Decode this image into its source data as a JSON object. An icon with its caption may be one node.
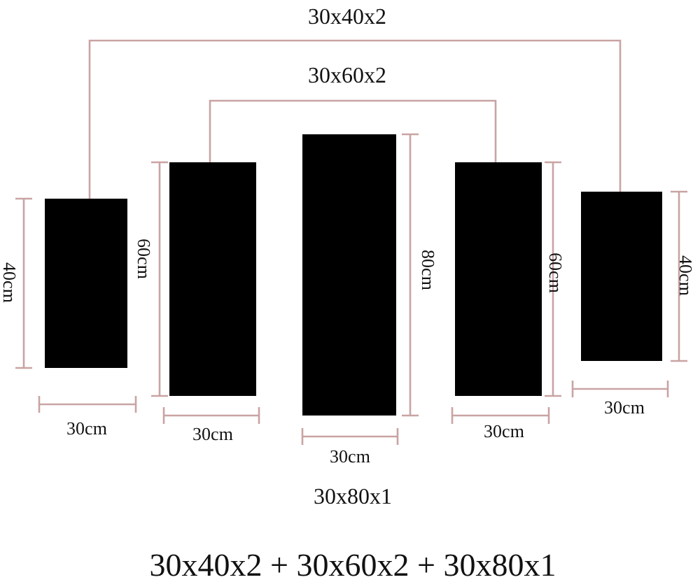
{
  "diagram": {
    "nodes": [
      {
        "text": [],
        "shape": "box"
      },
      {
        "text": [],
        "shape": "box"
      },
      {
        "text": [],
        "shape": "box"
      },
      {
        "text": [],
        "shape": "box"
      },
      {
        "text": [],
        "shape": "box"
      }
    ],
    "edges": [],
    "labels": [
      "30x40x2",
      "30x60x2",
      "40cm",
      "60cm",
      "80cm",
      "60cm",
      "40cm",
      "30cm",
      "30cm",
      "30cm",
      "30cm",
      "30cm",
      "30x80x1",
      "30x40x2 + 30x60x2 + 30x80x1"
    ]
  }
}
